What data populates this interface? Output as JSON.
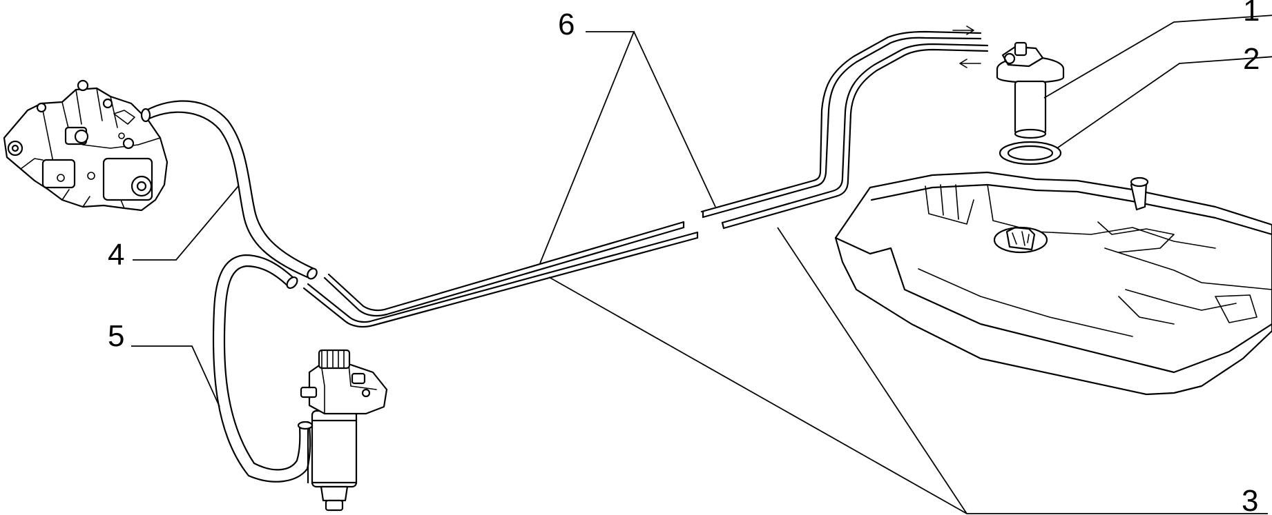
{
  "callouts": [
    {
      "id": "1",
      "label": "1"
    },
    {
      "id": "2",
      "label": "2"
    },
    {
      "id": "3",
      "label": "3"
    },
    {
      "id": "4",
      "label": "4"
    },
    {
      "id": "5",
      "label": "5"
    },
    {
      "id": "6",
      "label": "6"
    }
  ],
  "parts": [
    {
      "callout": "1",
      "icon": "fuel-level-sender-icon"
    },
    {
      "callout": "2",
      "icon": "seal-ring-icon"
    },
    {
      "callout": "3",
      "icon": "fuel-pipe-icon"
    },
    {
      "callout": "4",
      "icon": "hose-icon"
    },
    {
      "callout": "5",
      "icon": "hose-icon"
    },
    {
      "callout": "6",
      "icon": "fuel-pipe-icon"
    }
  ],
  "components": [
    "injection-pump-icon",
    "fuel-filter-icon",
    "fuel-tank-icon"
  ]
}
